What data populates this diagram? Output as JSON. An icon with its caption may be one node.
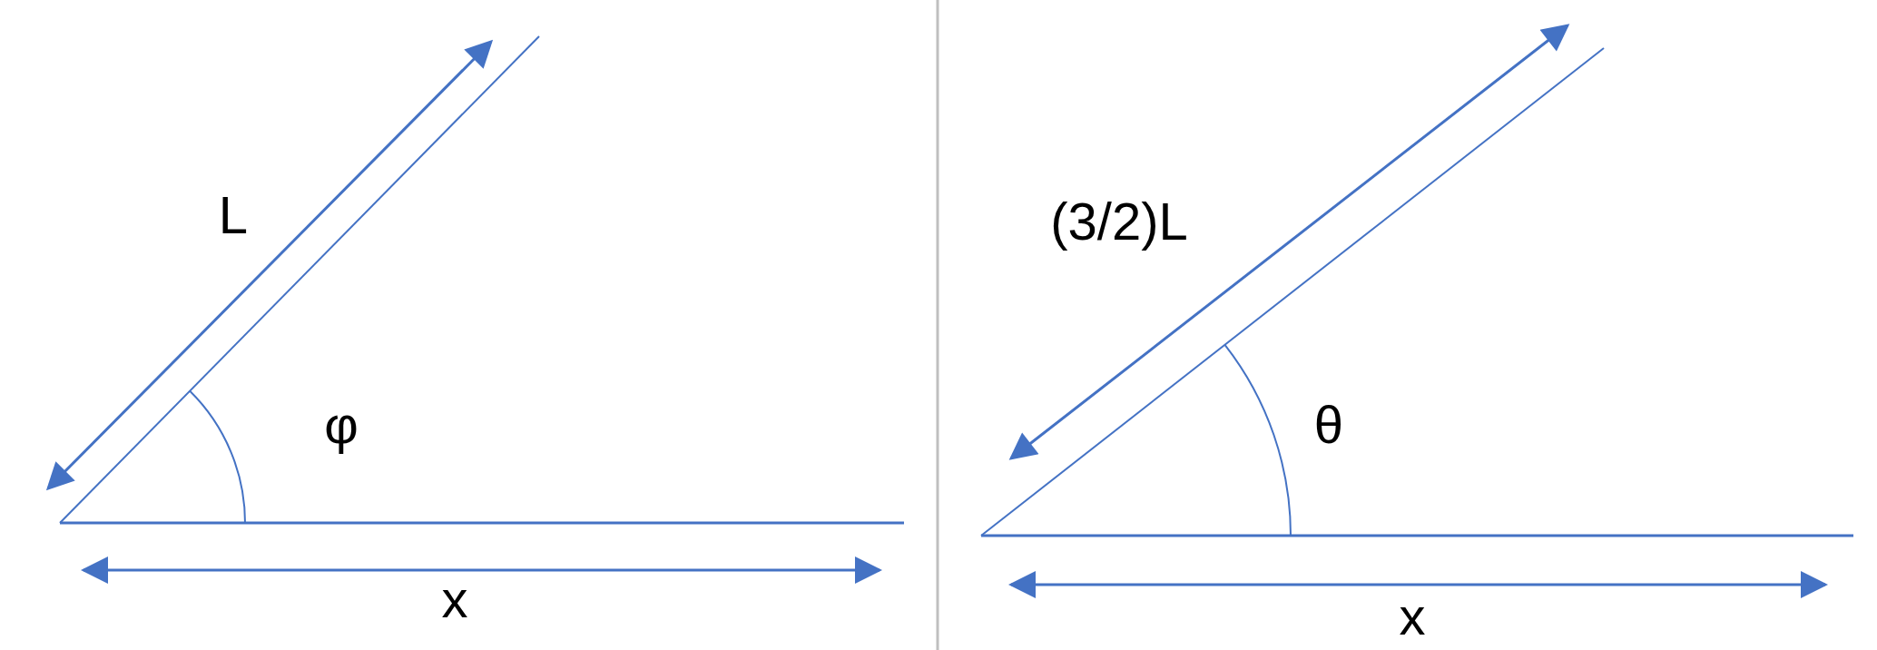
{
  "diagram": {
    "labels": [
      "L",
      "φ",
      "x",
      "(3/2)L",
      "θ",
      "x"
    ]
  }
}
